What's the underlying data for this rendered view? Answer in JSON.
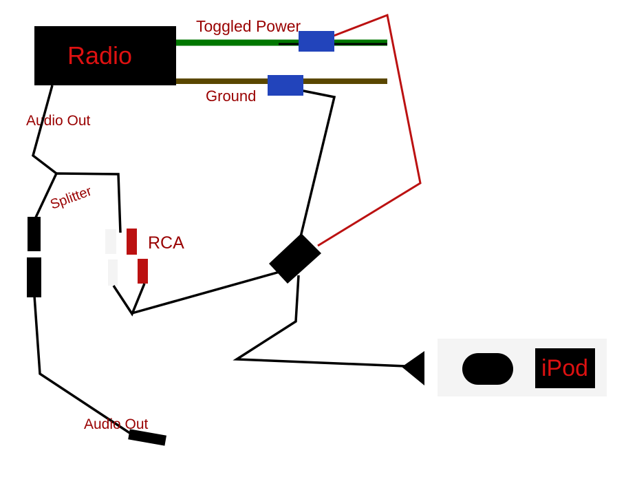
{
  "labels": {
    "radio": "Radio",
    "toggled_power": "Toggled Power",
    "ground": "Ground",
    "audio_out_top": "Audio Out",
    "splitter": "Splitter",
    "rca": "RCA",
    "audio_out_bottom": "Audio Out",
    "ipod": "iPod"
  },
  "colors": {
    "label_text": "#990000",
    "radio_text": "#dd1111",
    "wire_black": "#000000",
    "wire_red": "#bb1111",
    "power_wire": "#007700",
    "ground_wire": "#5a4700",
    "connector_blue": "#2244bb",
    "rca_red": "#bb1111",
    "rca_white": "#f4f4f4",
    "ipod_bg": "#f4f4f4"
  }
}
